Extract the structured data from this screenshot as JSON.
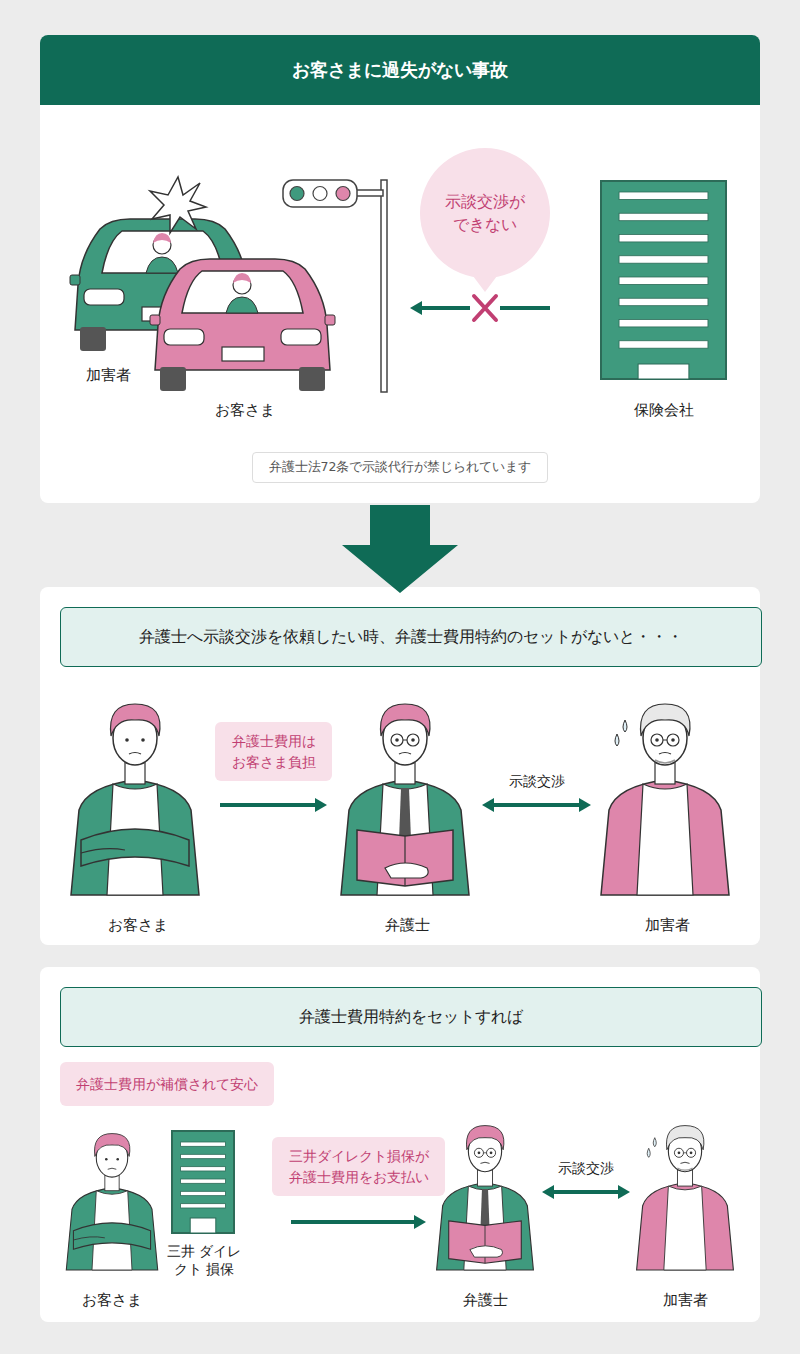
{
  "diagram": {
    "nodes": [
      {
        "text": [
          "お客さまに過失がない事故"
        ]
      },
      {
        "text": [
          "加害者"
        ],
        "in": 0
      },
      {
        "text": [
          "お客さま"
        ],
        "in": 0
      },
      {
        "text": [
          "示談交渉ができない"
        ],
        "in": 0
      },
      {
        "text": [
          "保険会社"
        ],
        "in": 0
      },
      {
        "text": [
          "弁護士法72条で示談代行が禁じられています"
        ],
        "in": 0
      },
      {
        "text": [
          "弁護士へ示談交渉を依頼したい時、弁護士費用特約のセットがないと・・・"
        ]
      },
      {
        "text": [
          "お客さま"
        ],
        "in": 6
      },
      {
        "text": [
          "弁護士"
        ],
        "in": 6
      },
      {
        "text": [
          "加害者"
        ],
        "in": 6
      },
      {
        "text": [
          "弁護士費用特約をセットすれば"
        ]
      },
      {
        "text": [
          "弁護士費用が補償されて安心"
        ],
        "in": 10
      },
      {
        "text": [
          "お客さま"
        ],
        "in": 10
      },
      {
        "text": [
          "三井 ダイレクト 損保"
        ],
        "in": 10
      },
      {
        "text": [
          "弁護士"
        ],
        "in": 10
      },
      {
        "text": [
          "加害者"
        ],
        "in": 10
      }
    ],
    "edges": [
      {
        "from": 4,
        "to": 2,
        "arrow": "to"
      },
      {
        "from": 7,
        "to": 8,
        "arrow": "to",
        "label": "弁護士費用はお客さま負担"
      },
      {
        "from": 8,
        "to": 9,
        "arrow": "both",
        "label": "示談交渉"
      },
      {
        "from": 13,
        "to": 14,
        "arrow": "to",
        "label": "三井ダイレクト損保が弁護士費用をお支払い"
      },
      {
        "from": 14,
        "to": 15,
        "arrow": "both",
        "label": "示談交渉"
      }
    ]
  }
}
